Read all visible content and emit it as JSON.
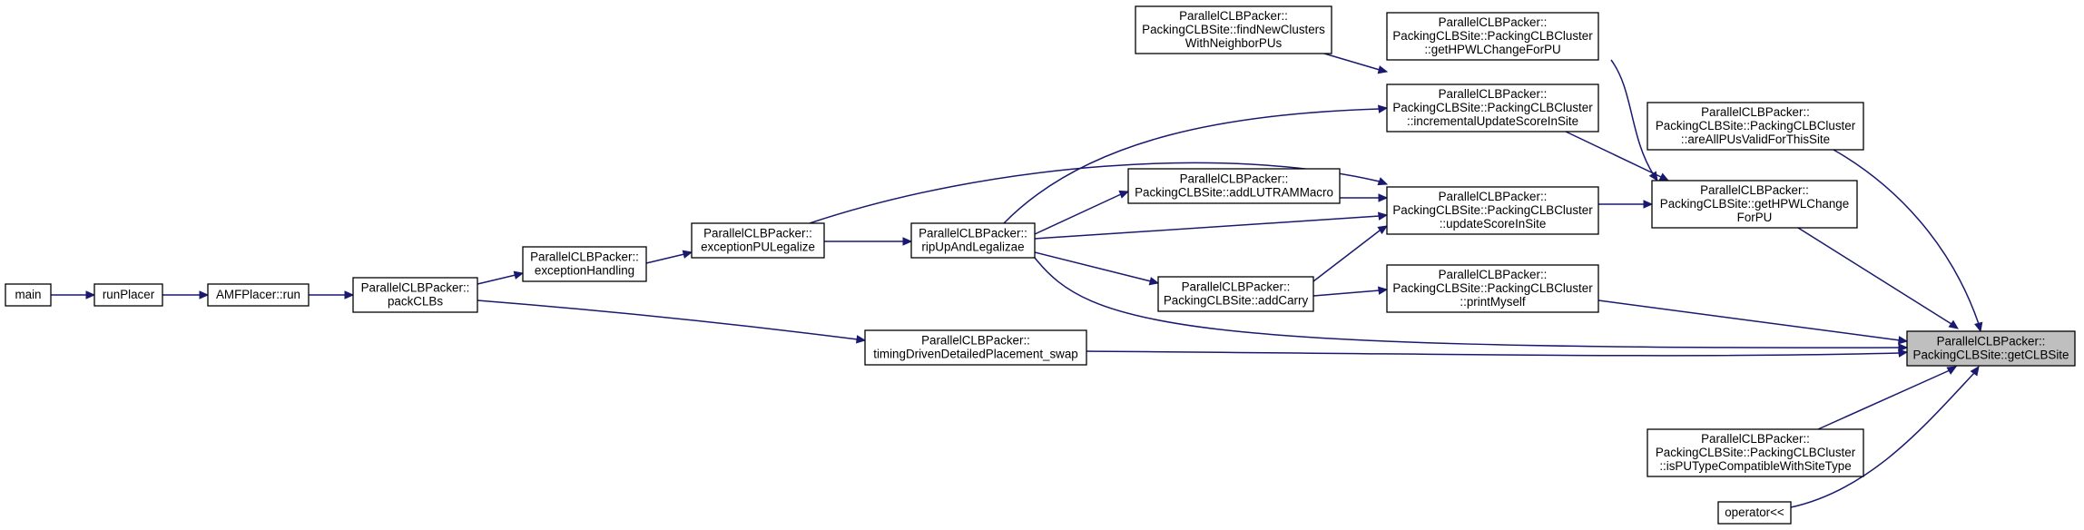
{
  "graph": {
    "colors": {
      "edge": "#191970",
      "node_border": "#000000",
      "node_fill": "#ffffff",
      "highlight_fill": "#bfbfbf"
    },
    "nodes": [
      {
        "id": "main",
        "lines": [
          "main"
        ]
      },
      {
        "id": "runPlacer",
        "lines": [
          "runPlacer"
        ]
      },
      {
        "id": "amfRun",
        "lines": [
          "AMFPlacer::run"
        ]
      },
      {
        "id": "packCLBs",
        "lines": [
          "ParallelCLBPacker::",
          "packCLBs"
        ]
      },
      {
        "id": "exceptionHandling",
        "lines": [
          "ParallelCLBPacker::",
          "exceptionHandling"
        ]
      },
      {
        "id": "exceptionPULegalize",
        "lines": [
          "ParallelCLBPacker::",
          "exceptionPULegalize"
        ]
      },
      {
        "id": "ripUpAndLegalizae",
        "lines": [
          "ParallelCLBPacker::",
          "ripUpAndLegalizae"
        ]
      },
      {
        "id": "timingSwap",
        "lines": [
          "ParallelCLBPacker::",
          "timingDrivenDetailedPlacement_swap"
        ]
      },
      {
        "id": "findNewClusters",
        "lines": [
          "ParallelCLBPacker::",
          "PackingCLBSite::findNewClusters",
          "WithNeighborPUs"
        ]
      },
      {
        "id": "addLUTRAMMacro",
        "lines": [
          "ParallelCLBPacker::",
          "PackingCLBSite::addLUTRAMMacro"
        ]
      },
      {
        "id": "addCarry",
        "lines": [
          "ParallelCLBPacker::",
          "PackingCLBSite::addCarry"
        ]
      },
      {
        "id": "getHPWLChangeForPU_cluster",
        "lines": [
          "ParallelCLBPacker::",
          "PackingCLBSite::PackingCLBCluster",
          "::getHPWLChangeForPU"
        ]
      },
      {
        "id": "incrementalUpdateScoreInSite",
        "lines": [
          "ParallelCLBPacker::",
          "PackingCLBSite::PackingCLBCluster",
          "::incrementalUpdateScoreInSite"
        ]
      },
      {
        "id": "updateScoreInSite",
        "lines": [
          "ParallelCLBPacker::",
          "PackingCLBSite::PackingCLBCluster",
          "::updateScoreInSite"
        ]
      },
      {
        "id": "printMyself",
        "lines": [
          "ParallelCLBPacker::",
          "PackingCLBSite::PackingCLBCluster",
          "::printMyself"
        ]
      },
      {
        "id": "areAllPUsValid",
        "lines": [
          "ParallelCLBPacker::",
          "PackingCLBSite::PackingCLBCluster",
          "::areAllPUsValidForThisSite"
        ]
      },
      {
        "id": "getHPWLChangeForPU_site",
        "lines": [
          "ParallelCLBPacker::",
          "PackingCLBSite::getHPWLChange",
          "ForPU"
        ]
      },
      {
        "id": "isPUTypeCompatible",
        "lines": [
          "ParallelCLBPacker::",
          "PackingCLBSite::PackingCLBCluster",
          "::isPUTypeCompatibleWithSiteType"
        ]
      },
      {
        "id": "operatorShift",
        "lines": [
          "operator<<"
        ]
      },
      {
        "id": "getCLBSite",
        "lines": [
          "ParallelCLBPacker::",
          "PackingCLBSite::getCLBSite"
        ],
        "highlight": true
      }
    ]
  }
}
